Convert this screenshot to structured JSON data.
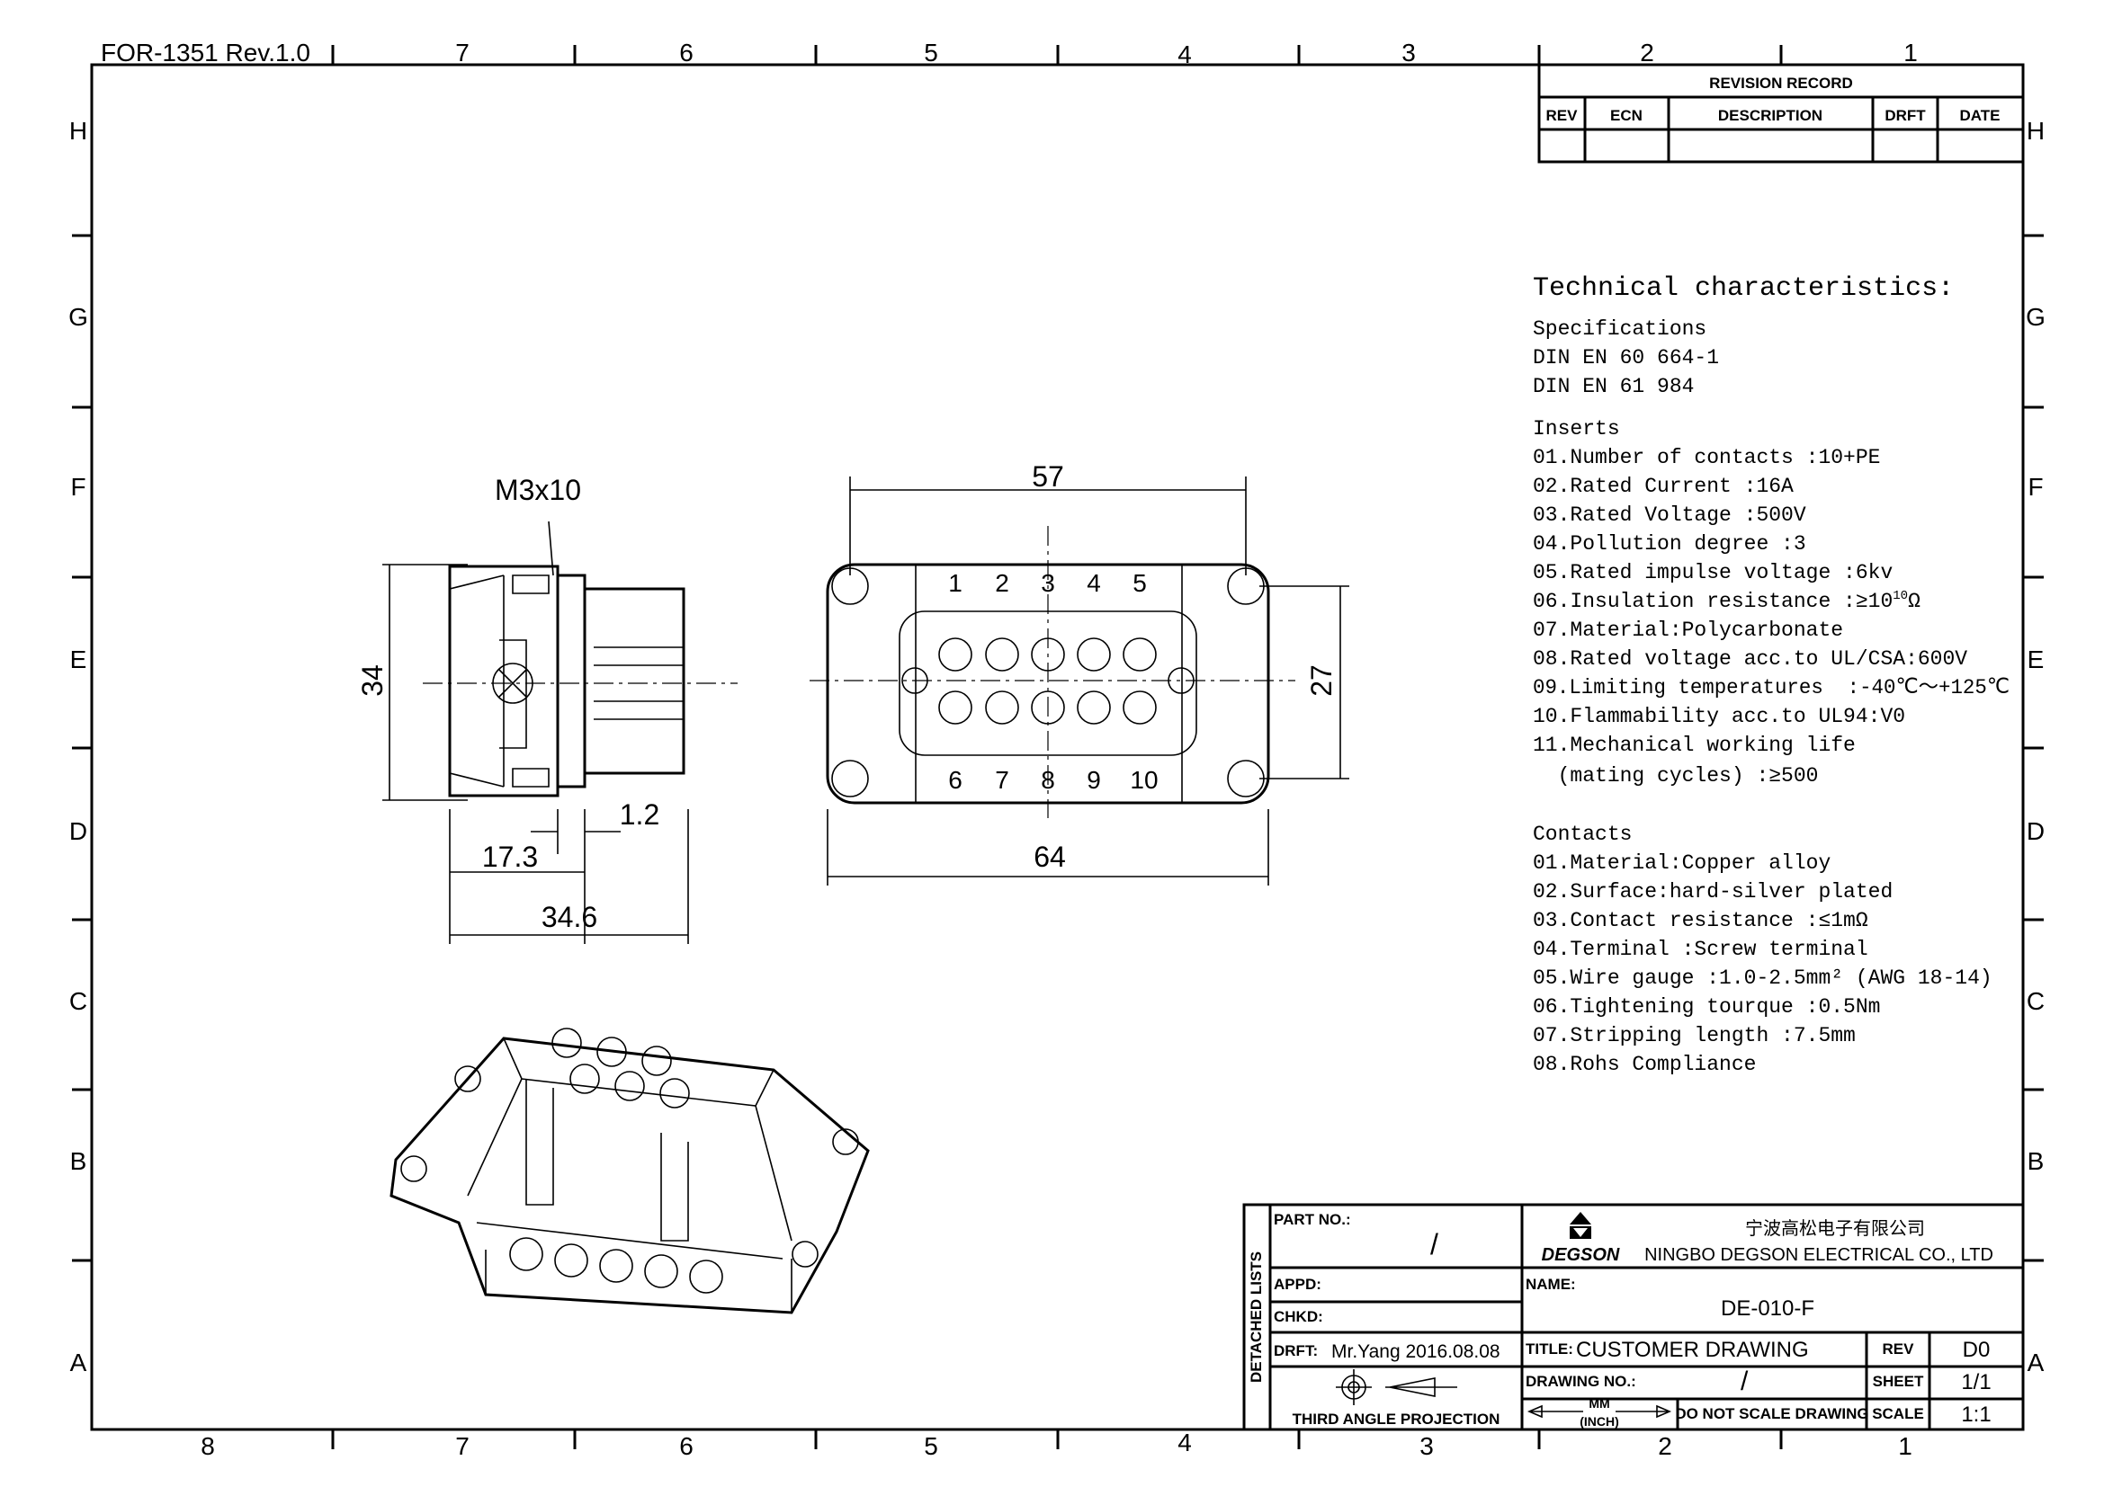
{
  "form_id": "FOR-1351  Rev.1.0",
  "columns_top": [
    "7",
    "6",
    "5",
    "4",
    "3",
    "2",
    "1"
  ],
  "columns_bottom": [
    "8",
    "7",
    "6",
    "5",
    "4",
    "3",
    "2",
    "1"
  ],
  "rows": [
    "H",
    "G",
    "F",
    "E",
    "D",
    "C",
    "B",
    "A"
  ],
  "revision_record": {
    "title": "REVISION RECORD",
    "headers": [
      "REV",
      "ECN",
      "DESCRIPTION",
      "DRFT",
      "DATE"
    ]
  },
  "technical": {
    "title": "Technical characteristics:",
    "spec_heading": "Specifications",
    "specs": [
      "DIN EN 60 664-1",
      "DIN EN 61 984"
    ],
    "inserts_heading": "Inserts",
    "inserts": [
      "01.Number of contacts :10+PE",
      "02.Rated Current :16A",
      "03.Rated Voltage :500V",
      "04.Pollution degree :3",
      "05.Rated impulse voltage :6kv",
      "06.Insulation resistance :≥10",
      "07.Material:Polycarbonate",
      "08.Rated voltage acc.to UL/CSA:600V",
      "09.Limiting temperatures  :-40℃～+125℃",
      "10.Flammability acc.to UL94:V0",
      "11.Mechanical working life",
      "  (mating cycles) :≥500"
    ],
    "insulation_exponent": "10",
    "insulation_unit": "Ω",
    "contacts_heading": "Contacts",
    "contacts": [
      "01.Material:Copper alloy",
      "02.Surface:hard-silver plated",
      "03.Contact resistance :≤1mΩ",
      "04.Terminal :Screw terminal",
      "05.Wire gauge :1.0-2.5mm² (AWG 18-14)",
      "06.Tightening tourque :0.5Nm",
      "07.Stripping length :7.5mm",
      "08.Rohs Compliance"
    ]
  },
  "dimensions": {
    "screw": "M3x10",
    "height_side": "34",
    "flange": "1.2",
    "depth_1": "17.3",
    "depth_2": "34.6",
    "width_holes": "57",
    "width_total": "64",
    "height_holes": "27"
  },
  "pins_top": [
    "1",
    "2",
    "3",
    "4",
    "5"
  ],
  "pins_bottom": [
    "6",
    "7",
    "8",
    "9",
    "10"
  ],
  "title_block": {
    "detached_lists": "DETACHED LISTS",
    "part_no_label": "PART NO.:",
    "part_no": "/",
    "company_cn": "宁波高松电子有限公司",
    "company_en": "NINGBO DEGSON ELECTRICAL CO., LTD",
    "logo_text": "DEGSON",
    "appd_label": "APPD:",
    "chkd_label": "CHKD:",
    "drft_label": "DRFT:",
    "drft_value": "Mr.Yang  2016.08.08",
    "name_label": "NAME:",
    "name_value": "DE-010-F",
    "title_label": "TITLE:",
    "title_value": "CUSTOMER  DRAWING",
    "rev_label": "REV",
    "rev_value": "D0",
    "drawing_no_label": "DRAWING NO.:",
    "drawing_no": "/",
    "sheet_label": "SHEET",
    "sheet_value": "1/1",
    "unit_top": "MM",
    "unit_bottom": "(INCH)",
    "no_scale": "DO NOT SCALE DRAWING",
    "scale_label": "SCALE",
    "scale_value": "1:1",
    "projection": "THIRD ANGLE PROJECTION"
  }
}
